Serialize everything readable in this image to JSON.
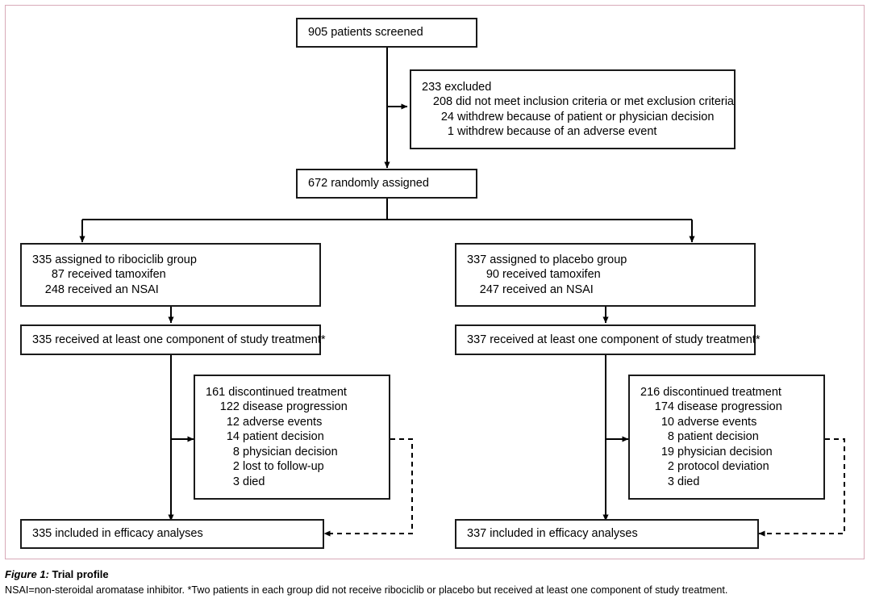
{
  "figure": {
    "caption_label": "Figure 1:",
    "caption_title": "Trial profile",
    "caption_body": "NSAI=non-steroidal aromatase inhibitor. *Two patients in each group did not receive ribociclib or placebo but received at least one component of study treatment.",
    "frame_color": "#d8aab8",
    "box_border_color": "#1a1a1a",
    "connector_color": "#000000"
  },
  "chart_data": {
    "type": "diagram",
    "title": "Trial profile",
    "nodes": [
      {
        "id": "screened",
        "heading": "905 patients screened",
        "items": []
      },
      {
        "id": "excluded",
        "heading": "233 excluded",
        "items": [
          {
            "num": "208",
            "text": "did not meet inclusion criteria or met exclusion criteria"
          },
          {
            "num": "24",
            "text": "withdrew because of patient or physician decision"
          },
          {
            "num": "1",
            "text": "withdrew because of an adverse event"
          }
        ]
      },
      {
        "id": "randomised",
        "heading": "672 randomly assigned",
        "items": []
      },
      {
        "id": "ribociclib-assigned",
        "heading": "335 assigned to ribociclib group",
        "items": [
          {
            "num": "87",
            "text": "received tamoxifen"
          },
          {
            "num": "248",
            "text": "received an NSAI"
          }
        ]
      },
      {
        "id": "placebo-assigned",
        "heading": "337 assigned to placebo group",
        "items": [
          {
            "num": "90",
            "text": "received tamoxifen"
          },
          {
            "num": "247",
            "text": "received an NSAI"
          }
        ]
      },
      {
        "id": "ribociclib-received",
        "heading": "335 received at least one component of study treatment*",
        "items": []
      },
      {
        "id": "placebo-received",
        "heading": "337 received at least one component of study treatment*",
        "items": []
      },
      {
        "id": "ribociclib-discontinued",
        "heading": "161 discontinued treatment",
        "items": [
          {
            "num": "122",
            "text": "disease progression"
          },
          {
            "num": "12",
            "text": "adverse events"
          },
          {
            "num": "14",
            "text": "patient decision"
          },
          {
            "num": "8",
            "text": "physician decision"
          },
          {
            "num": "2",
            "text": "lost to follow-up"
          },
          {
            "num": "3",
            "text": "died"
          }
        ]
      },
      {
        "id": "placebo-discontinued",
        "heading": "216 discontinued treatment",
        "items": [
          {
            "num": "174",
            "text": "disease progression"
          },
          {
            "num": "10",
            "text": "adverse events"
          },
          {
            "num": "8",
            "text": "patient decision"
          },
          {
            "num": "19",
            "text": "physician decision"
          },
          {
            "num": "2",
            "text": "protocol deviation"
          },
          {
            "num": "3",
            "text": "died"
          }
        ]
      },
      {
        "id": "ribociclib-efficacy",
        "heading": "335 included in efficacy analyses",
        "items": []
      },
      {
        "id": "placebo-efficacy",
        "heading": "337 included in efficacy analyses",
        "items": []
      }
    ],
    "edges": [
      {
        "from": "screened",
        "to": "randomised",
        "style": "solid"
      },
      {
        "from": "screened",
        "to": "excluded",
        "style": "solid"
      },
      {
        "from": "randomised",
        "to": "ribociclib-assigned",
        "style": "solid"
      },
      {
        "from": "randomised",
        "to": "placebo-assigned",
        "style": "solid"
      },
      {
        "from": "ribociclib-assigned",
        "to": "ribociclib-received",
        "style": "solid"
      },
      {
        "from": "placebo-assigned",
        "to": "placebo-received",
        "style": "solid"
      },
      {
        "from": "ribociclib-received",
        "to": "ribociclib-discontinued",
        "style": "solid"
      },
      {
        "from": "placebo-received",
        "to": "placebo-discontinued",
        "style": "solid"
      },
      {
        "from": "ribociclib-received",
        "to": "ribociclib-efficacy",
        "style": "solid"
      },
      {
        "from": "placebo-received",
        "to": "placebo-efficacy",
        "style": "solid"
      },
      {
        "from": "ribociclib-discontinued",
        "to": "ribociclib-efficacy",
        "style": "dashed"
      },
      {
        "from": "placebo-discontinued",
        "to": "placebo-efficacy",
        "style": "dashed"
      }
    ]
  }
}
